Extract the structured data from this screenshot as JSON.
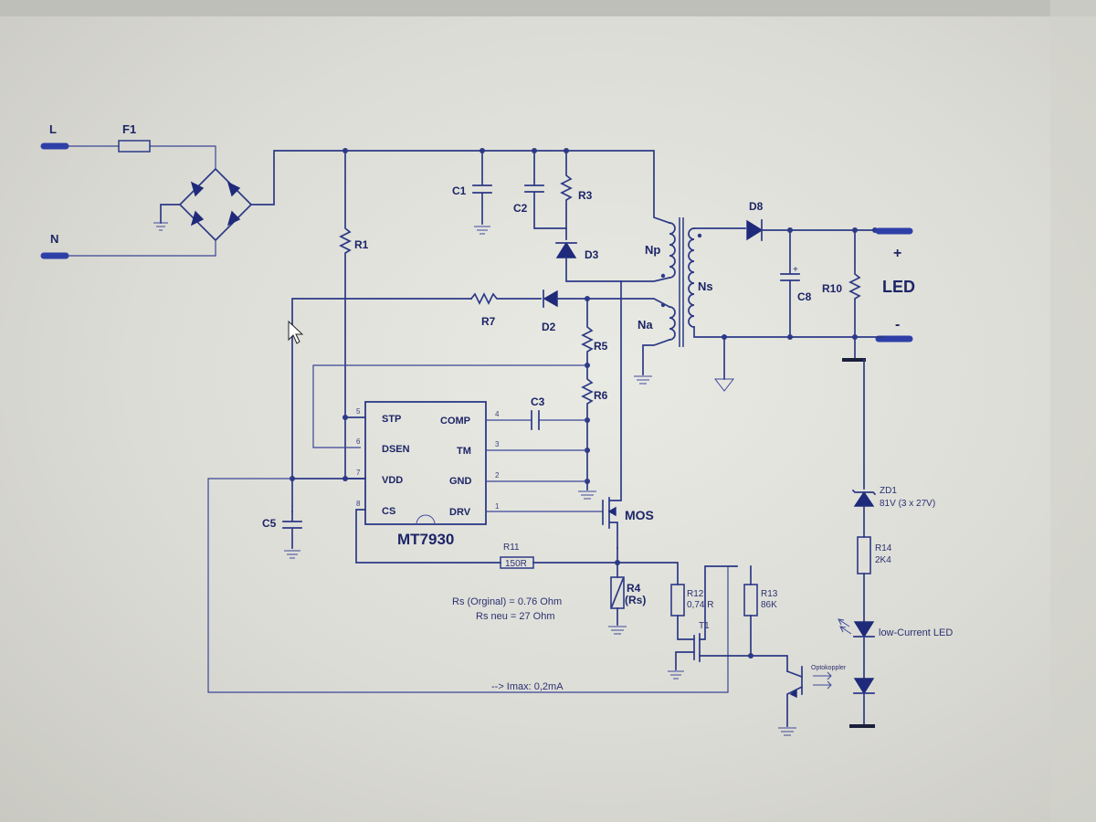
{
  "terminals": {
    "live": "L",
    "neutral": "N",
    "plus": "+",
    "minus": "-",
    "led": "LED"
  },
  "components": {
    "fuse": "F1",
    "r1": "R1",
    "c1": "C1",
    "c2": "C2",
    "r3": "R3",
    "d3": "D3",
    "d8": "D8",
    "np": "Np",
    "ns": "Ns",
    "na": "Na",
    "c8": "C8",
    "r10": "R10",
    "r7": "R7",
    "d2": "D2",
    "r5": "R5",
    "r6": "R6",
    "c3": "C3",
    "c5": "C5",
    "mos": "MOS",
    "r11": "R11",
    "r11_value": "150R",
    "r4": "R4",
    "r4_note": "(Rs)",
    "r12": "R12",
    "r12_value": "0,74 R",
    "r13": "R13",
    "r13_value": "86K",
    "t1": "T1",
    "zd1": "ZD1",
    "zd1_value": "81V (3 x 27V)",
    "r14": "R14",
    "r14_value": "2K4",
    "low_current_led": "low-Current LED",
    "optocoupler": "Optokoppler"
  },
  "ic": {
    "name": "MT7930",
    "pins_left": [
      {
        "num": "5",
        "name": "STP"
      },
      {
        "num": "6",
        "name": "DSEN"
      },
      {
        "num": "7",
        "name": "VDD"
      },
      {
        "num": "8",
        "name": "CS"
      }
    ],
    "pins_right": [
      {
        "num": "4",
        "name": "COMP"
      },
      {
        "num": "3",
        "name": "TM"
      },
      {
        "num": "2",
        "name": "GND"
      },
      {
        "num": "1",
        "name": "DRV"
      }
    ]
  },
  "notes": {
    "rs_original": "Rs (Orginal) = 0.76 Ohm",
    "rs_new": "Rs neu = 27 Ohm",
    "imax": "--> Imax: 0,2mA"
  }
}
